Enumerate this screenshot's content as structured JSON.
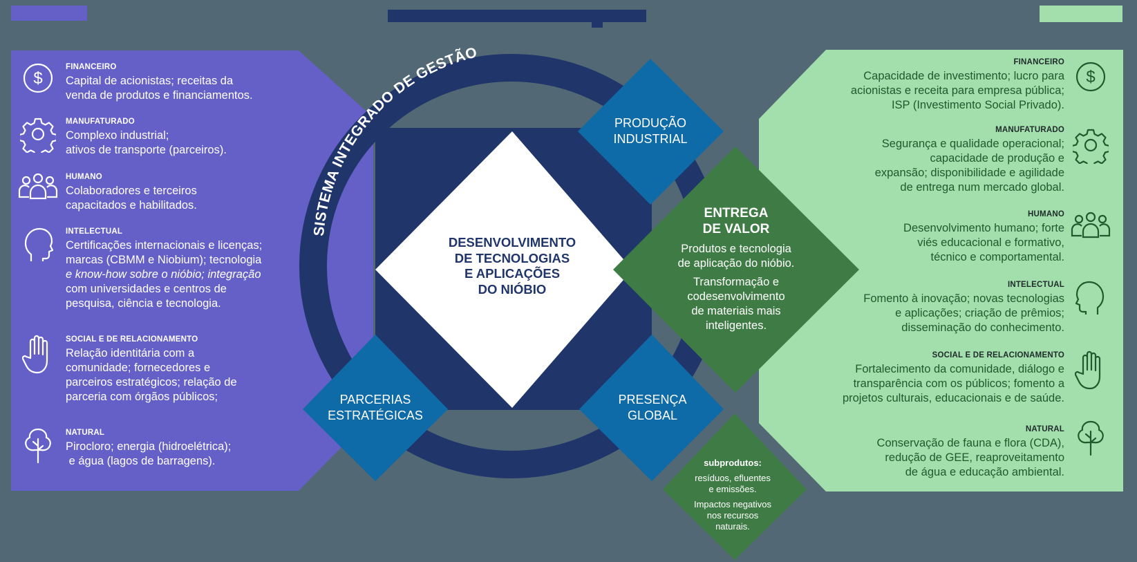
{
  "colors": {
    "background": "#526874",
    "inputs_panel": "#6560c7",
    "outputs_panel": "#a2dfac",
    "ring_navy": "#20356a",
    "diamond_blue": "#0f6aa8",
    "value_green": "#3f7c45",
    "center_white": "#ffffff"
  },
  "ring_label": "SISTEMA INTEGRADO DE GESTÃO",
  "center": {
    "lines": [
      "DESENVOLVIMENTO",
      "DE TECNOLOGIAS",
      "E APLICAÇÕES",
      "DO NIÓBIO"
    ]
  },
  "diamonds": {
    "producao": [
      "PRODUÇÃO",
      "INDUSTRIAL"
    ],
    "parcerias": [
      "PARCERIAS",
      "ESTRATÉGICAS"
    ],
    "presenca": [
      "PRESENÇA",
      "GLOBAL"
    ]
  },
  "entrega": {
    "title": [
      "ENTREGA",
      "DE VALOR"
    ],
    "p1": [
      "Produtos e tecnologia",
      "de aplicação do nióbio."
    ],
    "p2": [
      "Transformação e",
      "codesenvolvimento",
      "de materiais mais",
      "inteligentes."
    ]
  },
  "subprodutos": {
    "title": "subprodutos:",
    "p1": [
      "resíduos, efluentes",
      "e emissões."
    ],
    "p2": [
      "Impactos negativos",
      "nos recursos",
      "naturais."
    ]
  },
  "inputs": [
    {
      "icon": "dollar-icon",
      "category": "FINANCEIRO",
      "lines": [
        "Capital de acionistas; receitas da",
        "venda de produtos e financiamentos."
      ]
    },
    {
      "icon": "gear-icon",
      "category": "MANUFATURADO",
      "lines": [
        "Complexo industrial;",
        "ativos de transporte (parceiros)."
      ]
    },
    {
      "icon": "people-icon",
      "category": "HUMANO",
      "lines": [
        "Colaboradores e terceiros",
        "capacitados e habilitados."
      ]
    },
    {
      "icon": "head-icon",
      "category": "INTELECTUAL",
      "lines": [
        "Certificações internacionais e licenças;",
        "marcas (CBMM e Niobium); tecnologia",
        "e know-how sobre o nióbio; integração",
        "com universidades e centros de",
        "pesquisa, ciência e tecnologia."
      ]
    },
    {
      "icon": "hand-icon",
      "category": "SOCIAL E DE RELACIONAMENTO",
      "lines": [
        "Relação identitária com a",
        "comunidade; fornecedores e",
        "parceiros estratégicos; relação de",
        "parceria com órgãos públicos;"
      ]
    },
    {
      "icon": "tree-icon",
      "category": "NATURAL",
      "lines": [
        "Pirocloro; energia (hidroelétrica);",
        " e água (lagos de barragens)."
      ]
    }
  ],
  "outputs": [
    {
      "icon": "dollar-icon",
      "category": "FINANCEIRO",
      "lines": [
        "Capacidade de investimento; lucro para",
        "acionistas e receita para empresa pública;",
        "ISP (Investimento Social Privado)."
      ]
    },
    {
      "icon": "gear-icon",
      "category": "MANUFATURADO",
      "lines": [
        "Segurança e qualidade operacional;",
        "capacidade de produção e",
        "expansão; disponibilidade e agilidade",
        "de entrega num mercado global."
      ]
    },
    {
      "icon": "people-icon",
      "category": "HUMANO",
      "lines": [
        "Desenvolvimento humano; forte",
        "viés educacional e formativo,",
        "técnico e comportamental."
      ]
    },
    {
      "icon": "head-icon",
      "category": "INTELECTUAL",
      "lines": [
        "Fomento à inovação; novas tecnologias",
        "e aplicações; criação de prêmios;",
        "disseminação do conhecimento."
      ]
    },
    {
      "icon": "hand-icon",
      "category": "SOCIAL E DE RELACIONAMENTO",
      "lines": [
        "Fortalecimento da comunidade, diálogo e",
        "transparência com os públicos; fomento a",
        "projetos culturais, educacionais e de saúde."
      ]
    },
    {
      "icon": "tree-icon",
      "category": "NATURAL",
      "lines": [
        "Conservação de fauna e flora (CDA),",
        "redução de GEE, reaproveitamento",
        "de água e educação ambiental."
      ]
    }
  ]
}
